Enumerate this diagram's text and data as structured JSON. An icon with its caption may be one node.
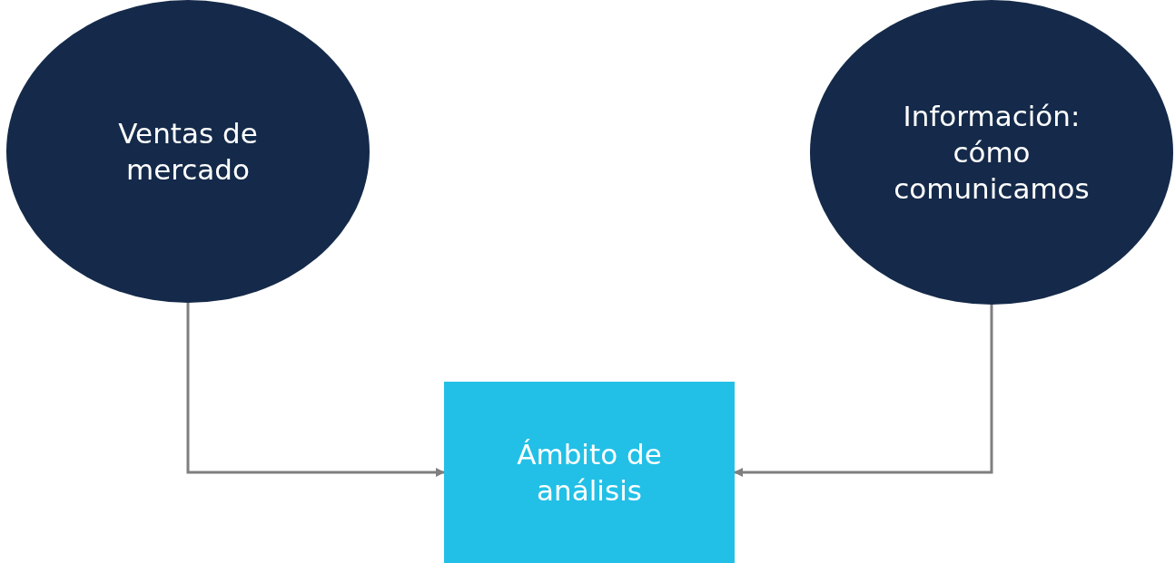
{
  "diagram": {
    "nodes": [
      {
        "text": [
          "Ventas de mercado"
        ]
      },
      {
        "text": [
          "Información: cómo comunicamos"
        ]
      },
      {
        "text": [
          "Ámbito de análisis"
        ]
      }
    ],
    "edges": [
      {
        "from": 0,
        "to": 2,
        "arrow": "to"
      },
      {
        "from": 1,
        "to": 2,
        "arrow": "to"
      }
    ]
  }
}
